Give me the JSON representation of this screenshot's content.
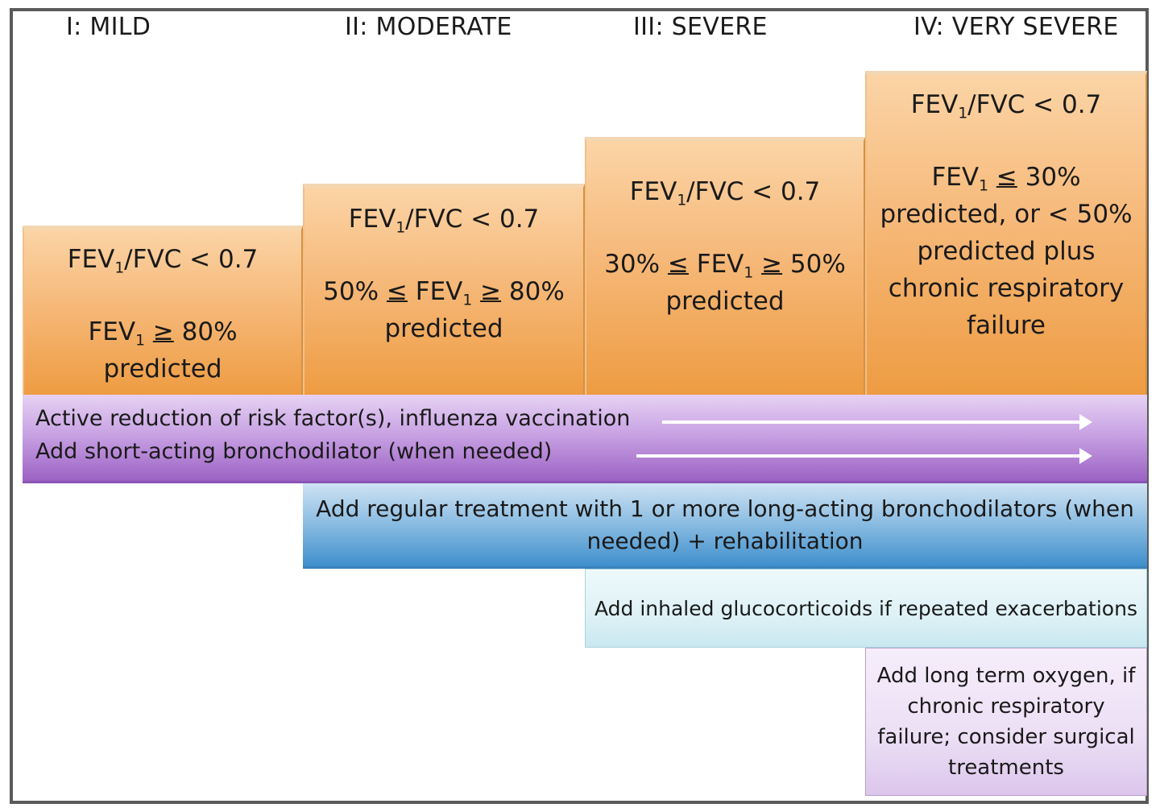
{
  "stages": [
    {
      "title": "I: MILD",
      "ratio": {
        "pre": "FEV",
        "sub": "1",
        "post": "/FVC < 0.7"
      },
      "criteria": [
        [
          "FEV",
          "1",
          " ",
          "≥",
          " 80%"
        ],
        [
          "predicted"
        ]
      ]
    },
    {
      "title": "II: MODERATE",
      "ratio": {
        "pre": "FEV",
        "sub": "1",
        "post": "/FVC < 0.7"
      },
      "criteria": [
        [
          "50% ",
          "≤",
          " FEV",
          "1",
          " ",
          "≥",
          " 80%"
        ],
        [
          "predicted"
        ]
      ]
    },
    {
      "title": "III: SEVERE",
      "ratio": {
        "pre": "FEV",
        "sub": "1",
        "post": "/FVC < 0.7"
      },
      "criteria": [
        [
          "30% ",
          "≤",
          " FEV",
          "1",
          " ",
          "≥",
          " 50%"
        ],
        [
          "predicted"
        ]
      ]
    },
    {
      "title": "IV: VERY SEVERE",
      "ratio": {
        "pre": "FEV",
        "sub": "1",
        "post": "/FVC < 0.7"
      },
      "criteria": [
        [
          "FEV",
          "1",
          " ",
          "≤",
          " 30%"
        ],
        [
          "predicted, or < 50%"
        ],
        [
          "predicted plus"
        ],
        [
          "chronic respiratory"
        ],
        [
          "failure"
        ]
      ]
    }
  ],
  "treatments": {
    "all_stages_1": "Active reduction of risk factor(s), influenza vaccination",
    "all_stages_2": "Add short-acting bronchodilator (when needed)",
    "moderate_up": "Add regular treatment with 1 or more long-acting bronchodilators (when needed) + rehabilitation",
    "severe_up": "Add inhaled glucocorticoids if repeated exacerbations",
    "very_severe": "Add long term oxygen, if chronic respiratory failure; consider surgical treatments"
  },
  "colors": {
    "stage_box": "#ee9c42",
    "all_stages_band": "#9c62c4",
    "moderate_band": "#3f8fcd",
    "severe_band": "#ddf1f6",
    "very_severe_band": "#ecdff5"
  }
}
